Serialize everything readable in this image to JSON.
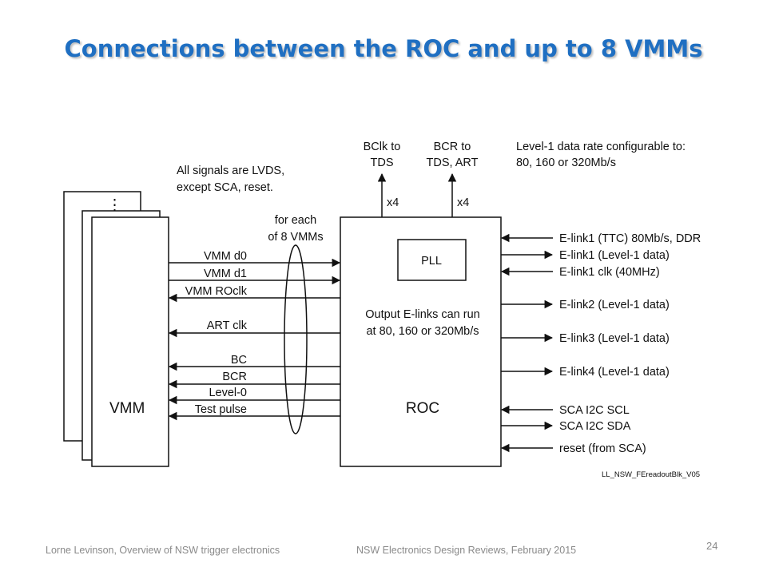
{
  "slide": {
    "title": "Connections between the ROC and up to 8 VMMs",
    "footer_author": "Lorne Levinson, Overview of NSW trigger electronics",
    "footer_event": "NSW Electronics Design Reviews, February 2015",
    "page_number": "24"
  },
  "diagram": {
    "vmm_label": "VMM",
    "vmm_stack_dots": "⋮",
    "roc_label": "ROC",
    "pll_label": "PLL",
    "note_lvds": [
      "All signals are LVDS,",
      "except SCA, reset."
    ],
    "for_each": [
      "for each",
      "of 8 VMMs"
    ],
    "roc_note": [
      "Output E-links can run",
      "at 80, 160 or 320Mb/s"
    ],
    "top_outputs": [
      {
        "lines": [
          "BClk to",
          "TDS"
        ],
        "mult": "x4"
      },
      {
        "lines": [
          "BCR to",
          "TDS, ART"
        ],
        "mult": "x4"
      }
    ],
    "rate_note": [
      "Level-1 data rate configurable to:",
      "80, 160 or 320Mb/s"
    ],
    "vmm_signals": [
      {
        "label": "VMM d0",
        "direction": "to ROC"
      },
      {
        "label": "VMM d1",
        "direction": "to ROC"
      },
      {
        "label": "VMM ROclk",
        "direction": "to VMM"
      },
      {
        "label": "ART clk",
        "direction": "to VMM"
      },
      {
        "label": "BC",
        "direction": "to VMM"
      },
      {
        "label": "BCR",
        "direction": "to VMM"
      },
      {
        "label": "Level-0",
        "direction": "to VMM"
      },
      {
        "label": "Test pulse",
        "direction": "to VMM"
      }
    ],
    "elinks": [
      {
        "label": "E-link1 (TTC) 80Mb/s, DDR",
        "direction": "in"
      },
      {
        "label": "E-link1 (Level-1 data)",
        "direction": "out"
      },
      {
        "label": "E-link1 clk (40MHz)",
        "direction": "in"
      },
      {
        "label": "E-link2 (Level-1 data)",
        "direction": "out"
      },
      {
        "label": "E-link3 (Level-1 data)",
        "direction": "out"
      },
      {
        "label": "E-link4 (Level-1 data)",
        "direction": "out"
      },
      {
        "label": "SCA I2C SCL",
        "direction": "in"
      },
      {
        "label": "SCA I2C SDA",
        "direction": "out"
      },
      {
        "label": "reset (from SCA)",
        "direction": "in"
      }
    ],
    "drawing_id": "LL_NSW_FEreadoutBlk_V05"
  }
}
